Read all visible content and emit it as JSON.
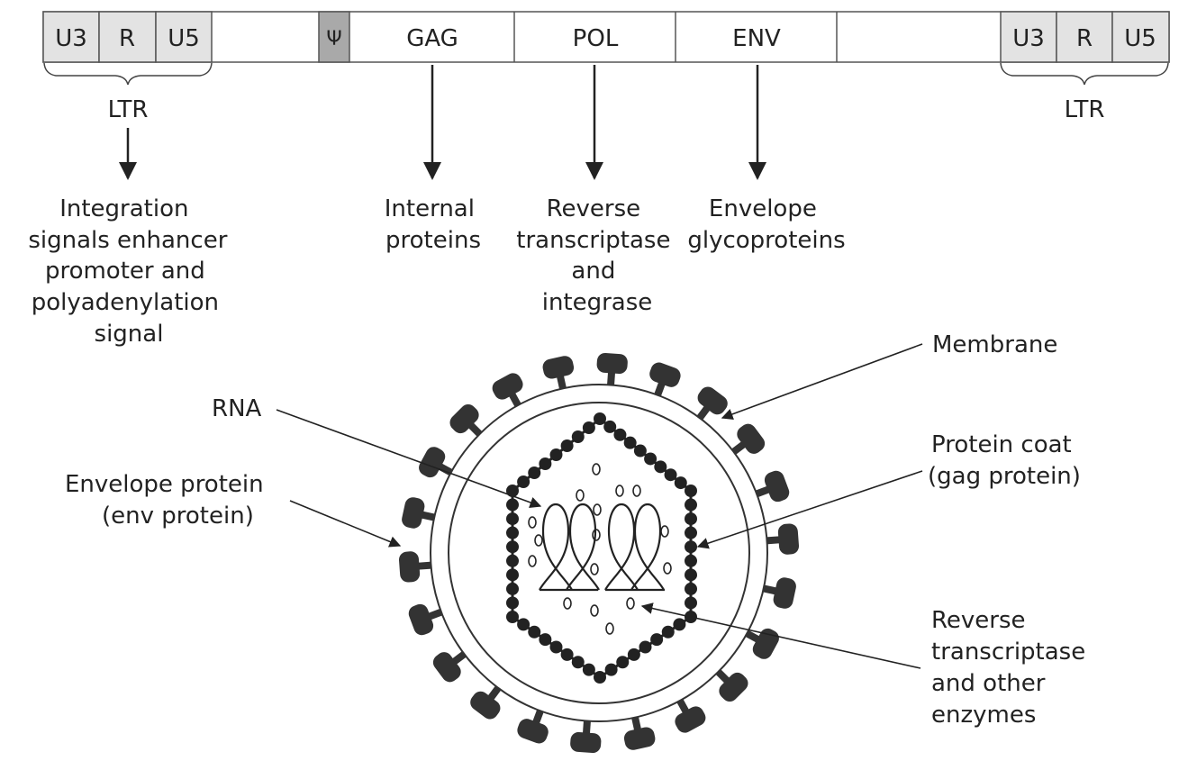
{
  "genome": {
    "ltr_left": {
      "u3": "U3",
      "r": "R",
      "u5": "U5",
      "label": "LTR"
    },
    "ltr_right": {
      "u3": "U3",
      "r": "R",
      "u5": "U5",
      "label": "LTR"
    },
    "psi": "Ψ",
    "gag": "GAG",
    "pol": "POL",
    "env": "ENV"
  },
  "products": {
    "ltr": [
      "Integration",
      "signals enhancer",
      "promoter and",
      "polyadenylation",
      "signal"
    ],
    "gag": [
      "Internal",
      "proteins"
    ],
    "pol": [
      "Reverse",
      "transcriptase",
      "and",
      "integrase"
    ],
    "env": [
      "Envelope",
      "glycoproteins"
    ]
  },
  "virion_labels": {
    "membrane": "Membrane",
    "rna": "RNA",
    "envelope_protein": [
      "Envelope protein",
      "(env protein)"
    ],
    "protein_coat": [
      "Protein coat",
      "(gag protein)"
    ],
    "enzymes": [
      "Reverse",
      "transcriptase",
      "and other",
      "enzymes"
    ]
  },
  "colors": {
    "box_fill": "#e3e3e3",
    "psi_fill": "#a9a9a9",
    "ink": "#222222",
    "spike": "#333333"
  }
}
